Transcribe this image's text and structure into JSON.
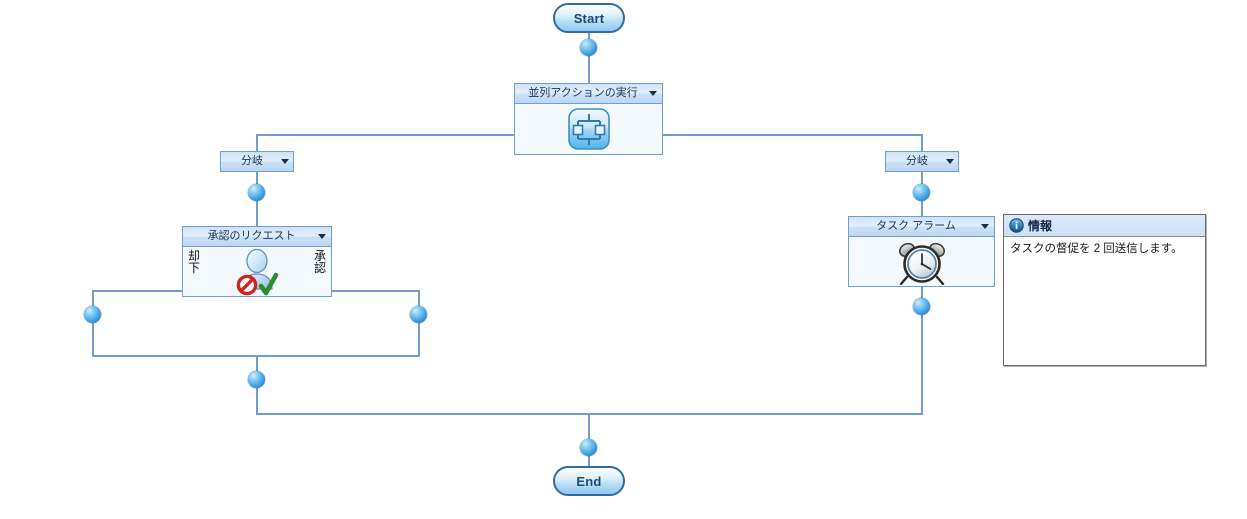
{
  "diagram": {
    "type": "workflow-designer-canvas",
    "start_label": "Start",
    "end_label": "End",
    "nodes": {
      "parallel_action": {
        "title": "並列アクションの実行",
        "icon": "parallel-branch-icon",
        "caret": "chevron-down-icon"
      },
      "branch_left": {
        "title": "分岐",
        "caret": "chevron-down-icon"
      },
      "branch_right": {
        "title": "分岐",
        "caret": "chevron-down-icon"
      },
      "approval_request": {
        "title": "承認のリクエスト",
        "icon": "approval-person-icon",
        "caret": "chevron-down-icon",
        "left_outcome": "却下",
        "right_outcome": "承認",
        "left_outcome_chars": [
          "却",
          "下"
        ],
        "right_outcome_chars": [
          "承",
          "認"
        ]
      },
      "task_alarm": {
        "title": "タスク アラーム",
        "icon": "alarm-clock-icon",
        "caret": "chevron-down-icon"
      }
    },
    "info_panel": {
      "icon": "info-circle-icon",
      "title": "情報",
      "body": "タスクの督促を 2 回送信します。"
    },
    "colors": {
      "connector": "#6f9fd0",
      "node_border": "#6f9fd0",
      "node_body": "#f4f9fd",
      "header_gradient_top": "#cfe2f6",
      "header_gradient_bottom": "#bdd8f2",
      "pill_border": "#2f6ca6",
      "pill_text": "#1a4b78",
      "ball": "#4ba8e6",
      "info_border": "#6b6b6b",
      "approve_check": "#2f8b2f",
      "reject_sign": "#d32020"
    }
  }
}
